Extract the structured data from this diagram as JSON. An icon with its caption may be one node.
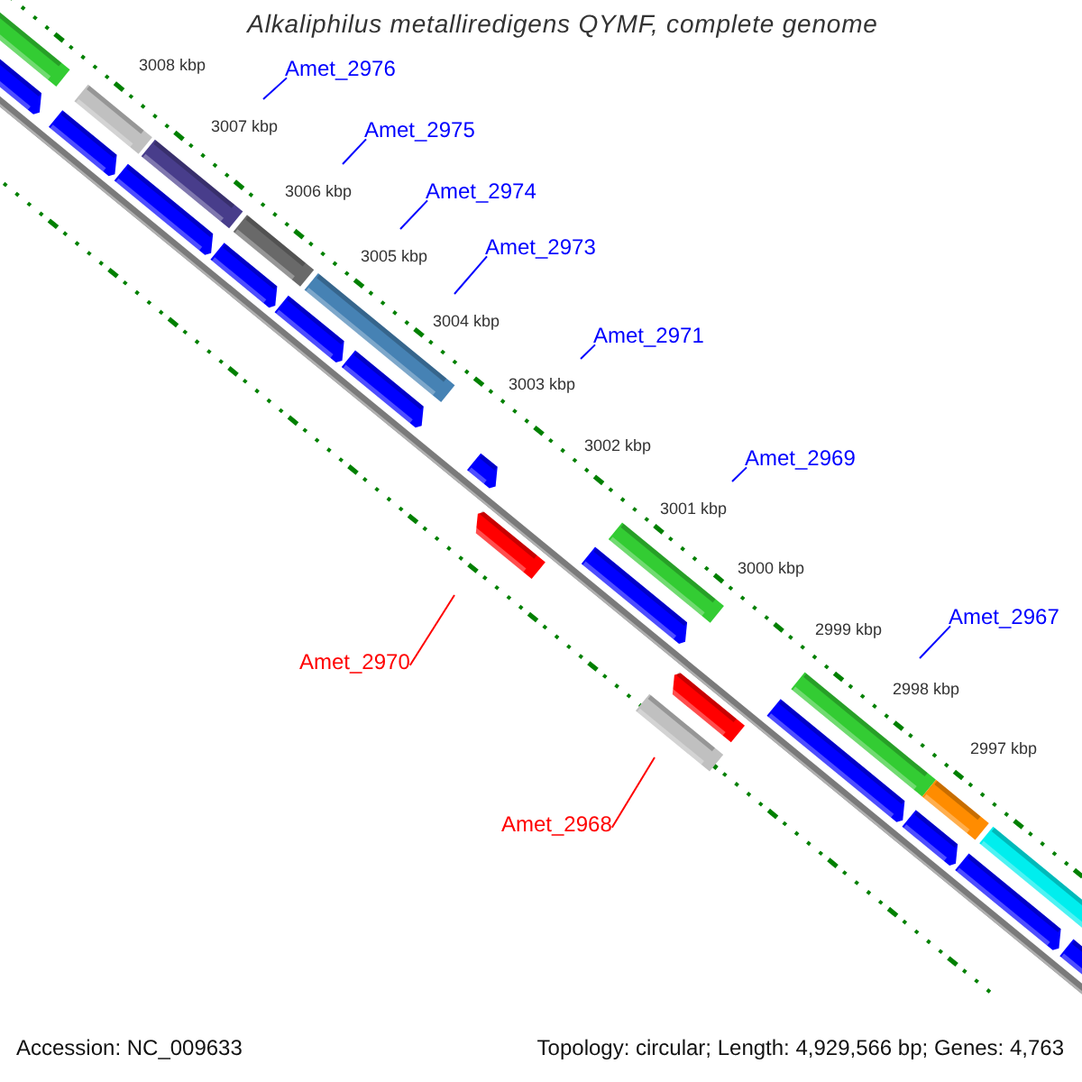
{
  "diagram": {
    "title": "Alkaliphilus metalliredigens QYMF, complete genome",
    "nodes": [
      {
        "text": [
          "Amet_2976"
        ]
      },
      {
        "text": [
          "Amet_2975"
        ]
      },
      {
        "text": [
          "Amet_2974"
        ]
      },
      {
        "text": [
          "Amet_2973"
        ]
      },
      {
        "text": [
          "Amet_2971"
        ]
      },
      {
        "text": [
          "Amet_2969"
        ]
      },
      {
        "text": [
          "Amet_2967"
        ]
      },
      {
        "text": [
          "Amet_2970"
        ]
      },
      {
        "text": [
          "Amet_2968"
        ]
      }
    ],
    "edges": [
      {
        "from": 0,
        "to": null,
        "arrow": "none"
      },
      {
        "from": 1,
        "to": null,
        "arrow": "none"
      },
      {
        "from": 2,
        "to": null,
        "arrow": "none"
      },
      {
        "from": 3,
        "to": null,
        "arrow": "none"
      },
      {
        "from": 4,
        "to": null,
        "arrow": "none"
      },
      {
        "from": 5,
        "to": null,
        "arrow": "none"
      },
      {
        "from": 6,
        "to": null,
        "arrow": "none"
      },
      {
        "from": 7,
        "to": null,
        "arrow": "none",
        "color": "#ff0000"
      },
      {
        "from": 8,
        "to": null,
        "arrow": "none",
        "color": "#ff0000"
      }
    ],
    "labels": [
      "3008 kbp",
      "3007 kbp",
      "3006 kbp",
      "3005 kbp",
      "3004 kbp",
      "3003 kbp",
      "3002 kbp",
      "3001 kbp",
      "3000 kbp",
      "2999 kbp",
      "2998 kbp",
      "2997 kbp",
      "Accession: NC_009633",
      "Topology: circular; Length: 4,929,566 bp; Genes: 4,763"
    ]
  }
}
